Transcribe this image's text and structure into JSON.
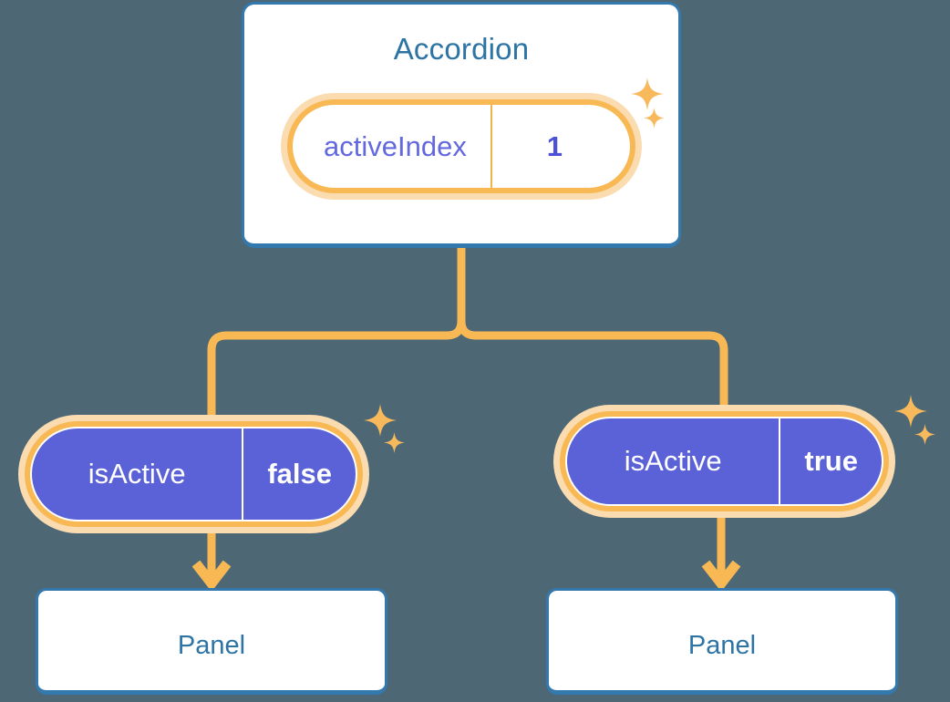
{
  "diagram": {
    "title_node": {
      "label": "Accordion"
    },
    "root_state": {
      "key": "activeIndex",
      "value": "1"
    },
    "branches": [
      {
        "side": "left",
        "state": {
          "key": "isActive",
          "value": "false"
        },
        "child": {
          "label": "Panel"
        }
      },
      {
        "side": "right",
        "state": {
          "key": "isActive",
          "value": "true"
        },
        "child": {
          "label": "Panel"
        }
      }
    ],
    "icons": {
      "sparkle_large": "sparkle-icon",
      "sparkle_small": "sparkle-icon",
      "arrow_down": "arrow-down-icon",
      "branch_connector": "branch-connector-icon"
    },
    "colors": {
      "background": "#4d6874",
      "card_border": "#3379ad",
      "card_fill": "#ffffff",
      "title_text": "#2d74a5",
      "accent_orange": "#f8b955",
      "accent_orange_pale": "#fbdcb0",
      "state_fill": "#5b61d6",
      "state_text_outline": "#6468de",
      "state_text_filled": "#ffffff"
    }
  }
}
